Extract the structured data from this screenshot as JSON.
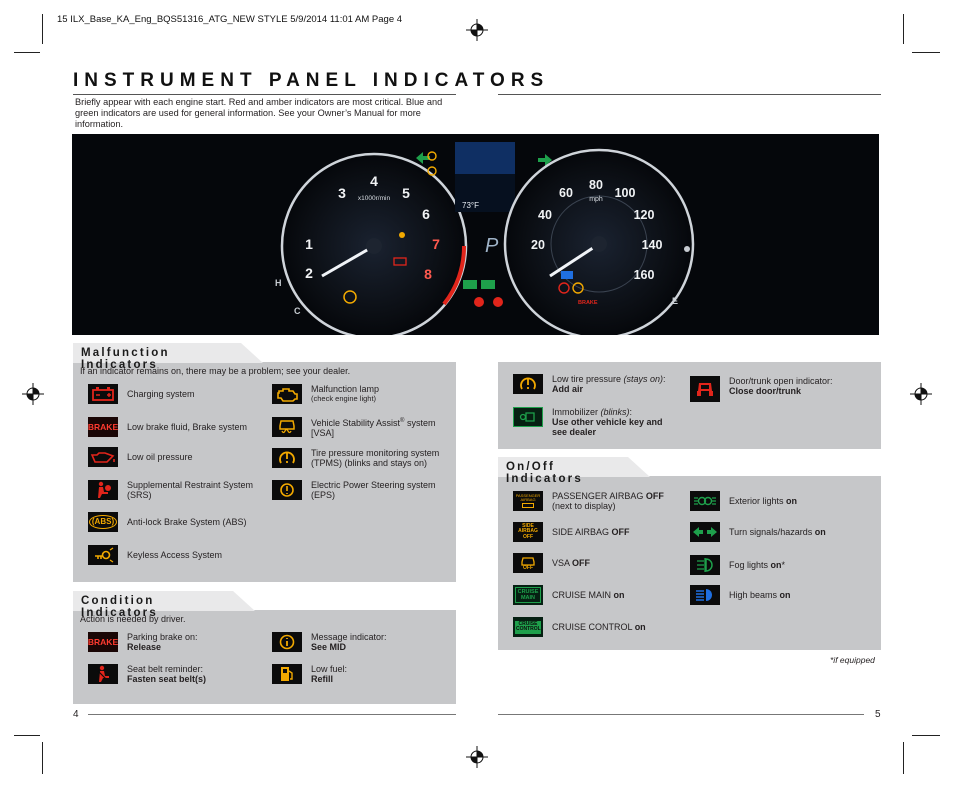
{
  "slug": "15 ILX_Base_KA_Eng_BQS51316_ATG_NEW STYLE  5/9/2014  11:01 AM  Page 4",
  "title": "INSTRUMENT PANEL INDICATORS",
  "intro": "Briefly appear with each engine start. Red and amber indicators are most critical. Blue and green indicators are used for general information. See your Owner’s Manual for more information.",
  "dashboard": {
    "tach_numbers": [
      "1",
      "2",
      "3",
      "4",
      "5",
      "6",
      "7",
      "8"
    ],
    "tach_label": "x1000r/min",
    "speed_numbers": [
      "20",
      "40",
      "60",
      "80",
      "100",
      "120",
      "140",
      "160"
    ],
    "speed_unit": "mph",
    "gear": "P",
    "temp_readout": "73°F",
    "fuel_h": "H",
    "fuel_c": "C",
    "fuel_e": "E",
    "brake_text": "BRAKE"
  },
  "malfunction": {
    "heading": "Malfunction Indicators",
    "subtitle": "If an indicator remains on, there may be a problem; see your dealer.",
    "left": [
      {
        "icon": "battery-icon",
        "label": "Charging system"
      },
      {
        "icon": "brake-text-icon",
        "icon_text": "BRAKE",
        "label": "Low brake fluid, Brake system"
      },
      {
        "icon": "oil-can-icon",
        "label": "Low oil pressure"
      },
      {
        "icon": "srs-airbag-icon",
        "label": "Supplemental Restraint System (SRS)"
      },
      {
        "icon": "abs-icon",
        "icon_text": "(ABS)",
        "label": "Anti-lock Brake System (ABS)"
      },
      {
        "icon": "keyless-access-icon",
        "label": "Keyless Access System"
      }
    ],
    "right": [
      {
        "icon": "engine-icon",
        "label": "Malfunction lamp",
        "note": "(check engine light)"
      },
      {
        "icon": "vsa-icon",
        "label": "Vehicle Stability Assist",
        "sup": "®",
        "label2": " system",
        "note": "[VSA]"
      },
      {
        "icon": "tpms-icon",
        "label": "Tire pressure monitoring system",
        "note": "(TPMS) (blinks and stays on)"
      },
      {
        "icon": "eps-icon",
        "label": "Electric Power Steering system",
        "note": "(EPS)"
      }
    ]
  },
  "condition": {
    "heading": "Condition Indicators",
    "subtitle": "Action is needed by driver.",
    "items": [
      {
        "icon": "brake-text-icon",
        "icon_text": "BRAKE",
        "label": "Parking brake on:",
        "action": "Release"
      },
      {
        "icon": "info-icon",
        "label": "Message indicator:",
        "action": "See MID"
      },
      {
        "icon": "seatbelt-icon",
        "label": "Seat belt reminder:",
        "action": "Fasten seat belt(s)"
      },
      {
        "icon": "fuel-pump-icon",
        "label": "Low fuel:",
        "action": "Refill"
      }
    ]
  },
  "right_top": {
    "items": [
      {
        "icon": "tpms-icon",
        "label": "Low tire pressure ",
        "label_em": "(stays on)",
        "label_tail": ":",
        "action": "Add air"
      },
      {
        "icon": "door-open-icon",
        "label": "Door/trunk open indicator:",
        "action": "Close door/trunk"
      },
      {
        "icon": "immobilizer-icon",
        "label": "Immobilizer ",
        "label_em": "(blinks)",
        "label_tail": ":",
        "action": "Use other vehicle key and see dealer"
      }
    ]
  },
  "onoff": {
    "heading": "On/Off Indicators",
    "left": [
      {
        "icon": "passenger-airbag-off-icon",
        "icon_text": "PASSENGER AIRBAG",
        "label": "PASSENGER AIRBAG ",
        "bold": "OFF",
        "note": "(next to display)"
      },
      {
        "icon": "side-airbag-off-icon",
        "icon_text": "SIDE AIRBAG OFF",
        "label": "SIDE AIRBAG ",
        "bold": "OFF"
      },
      {
        "icon": "vsa-off-icon",
        "icon_text": "OFF",
        "label": "VSA ",
        "bold": "OFF"
      },
      {
        "icon": "cruise-main-icon",
        "icon_text": "CRUISE MAIN",
        "label": "CRUISE MAIN ",
        "bold": "on"
      },
      {
        "icon": "cruise-control-icon",
        "icon_text": "CRUISE CONTROL",
        "label": "CRUISE CONTROL ",
        "bold": "on"
      }
    ],
    "right": [
      {
        "icon": "exterior-lights-icon",
        "label": "Exterior lights ",
        "bold": "on"
      },
      {
        "icon": "turn-signal-icon",
        "label": "Turn signals/hazards ",
        "bold": "on"
      },
      {
        "icon": "fog-lights-icon",
        "label": "Fog lights ",
        "bold": "on",
        "tail": "*"
      },
      {
        "icon": "high-beam-icon",
        "label": "High beams ",
        "bold": "on"
      }
    ]
  },
  "footnote": "*if equipped",
  "page_left": "4",
  "page_right": "5",
  "colors": {
    "panel": "#c6c7c9",
    "tab": "#e9e9ea",
    "red": "#e1251b",
    "amber": "#f2a900",
    "green": "#1ea04b",
    "blue": "#1f6fe0"
  }
}
